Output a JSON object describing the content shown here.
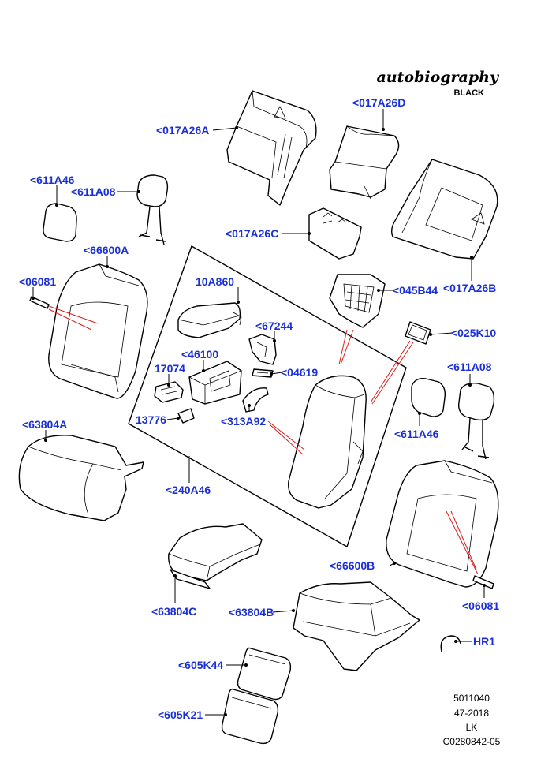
{
  "header": {
    "trim_name": "autobiography",
    "trim_color": "BLACK"
  },
  "parts": [
    {
      "id": "p017A26A",
      "label": "<017A26A"
    },
    {
      "id": "p017A26D",
      "label": "<017A26D"
    },
    {
      "id": "p611A46_left",
      "label": "<611A46"
    },
    {
      "id": "p611A08_left",
      "label": "<611A08"
    },
    {
      "id": "p017A26C",
      "label": "<017A26C"
    },
    {
      "id": "p66600A",
      "label": "<66600A"
    },
    {
      "id": "p06081_left",
      "label": "<06081"
    },
    {
      "id": "p10A860",
      "label": "10A860"
    },
    {
      "id": "p045B44",
      "label": "<045B44"
    },
    {
      "id": "p017A26B",
      "label": "<017A26B"
    },
    {
      "id": "p67244",
      "label": "<67244"
    },
    {
      "id": "p025K10",
      "label": "<025K10"
    },
    {
      "id": "p46100",
      "label": "<46100"
    },
    {
      "id": "p17074",
      "label": "17074"
    },
    {
      "id": "p04619",
      "label": "<04619"
    },
    {
      "id": "p611A08_right",
      "label": "<611A08"
    },
    {
      "id": "p13776",
      "label": "13776"
    },
    {
      "id": "p313A92",
      "label": "<313A92"
    },
    {
      "id": "p611A46_right",
      "label": "<611A46"
    },
    {
      "id": "p63804A",
      "label": "<63804A"
    },
    {
      "id": "p240A46",
      "label": "<240A46"
    },
    {
      "id": "p66600B",
      "label": "<66600B"
    },
    {
      "id": "p06081_right",
      "label": "<06081"
    },
    {
      "id": "p63804C",
      "label": "<63804C"
    },
    {
      "id": "p63804B",
      "label": "<63804B"
    },
    {
      "id": "pHR1",
      "label": "HR1"
    },
    {
      "id": "p605K44",
      "label": "<605K44"
    },
    {
      "id": "p605K21",
      "label": "<605K21"
    }
  ],
  "footer": {
    "illustration_number": "5011040",
    "date_code": "47-2018",
    "author": "LK",
    "reference": "C0280842-05"
  }
}
